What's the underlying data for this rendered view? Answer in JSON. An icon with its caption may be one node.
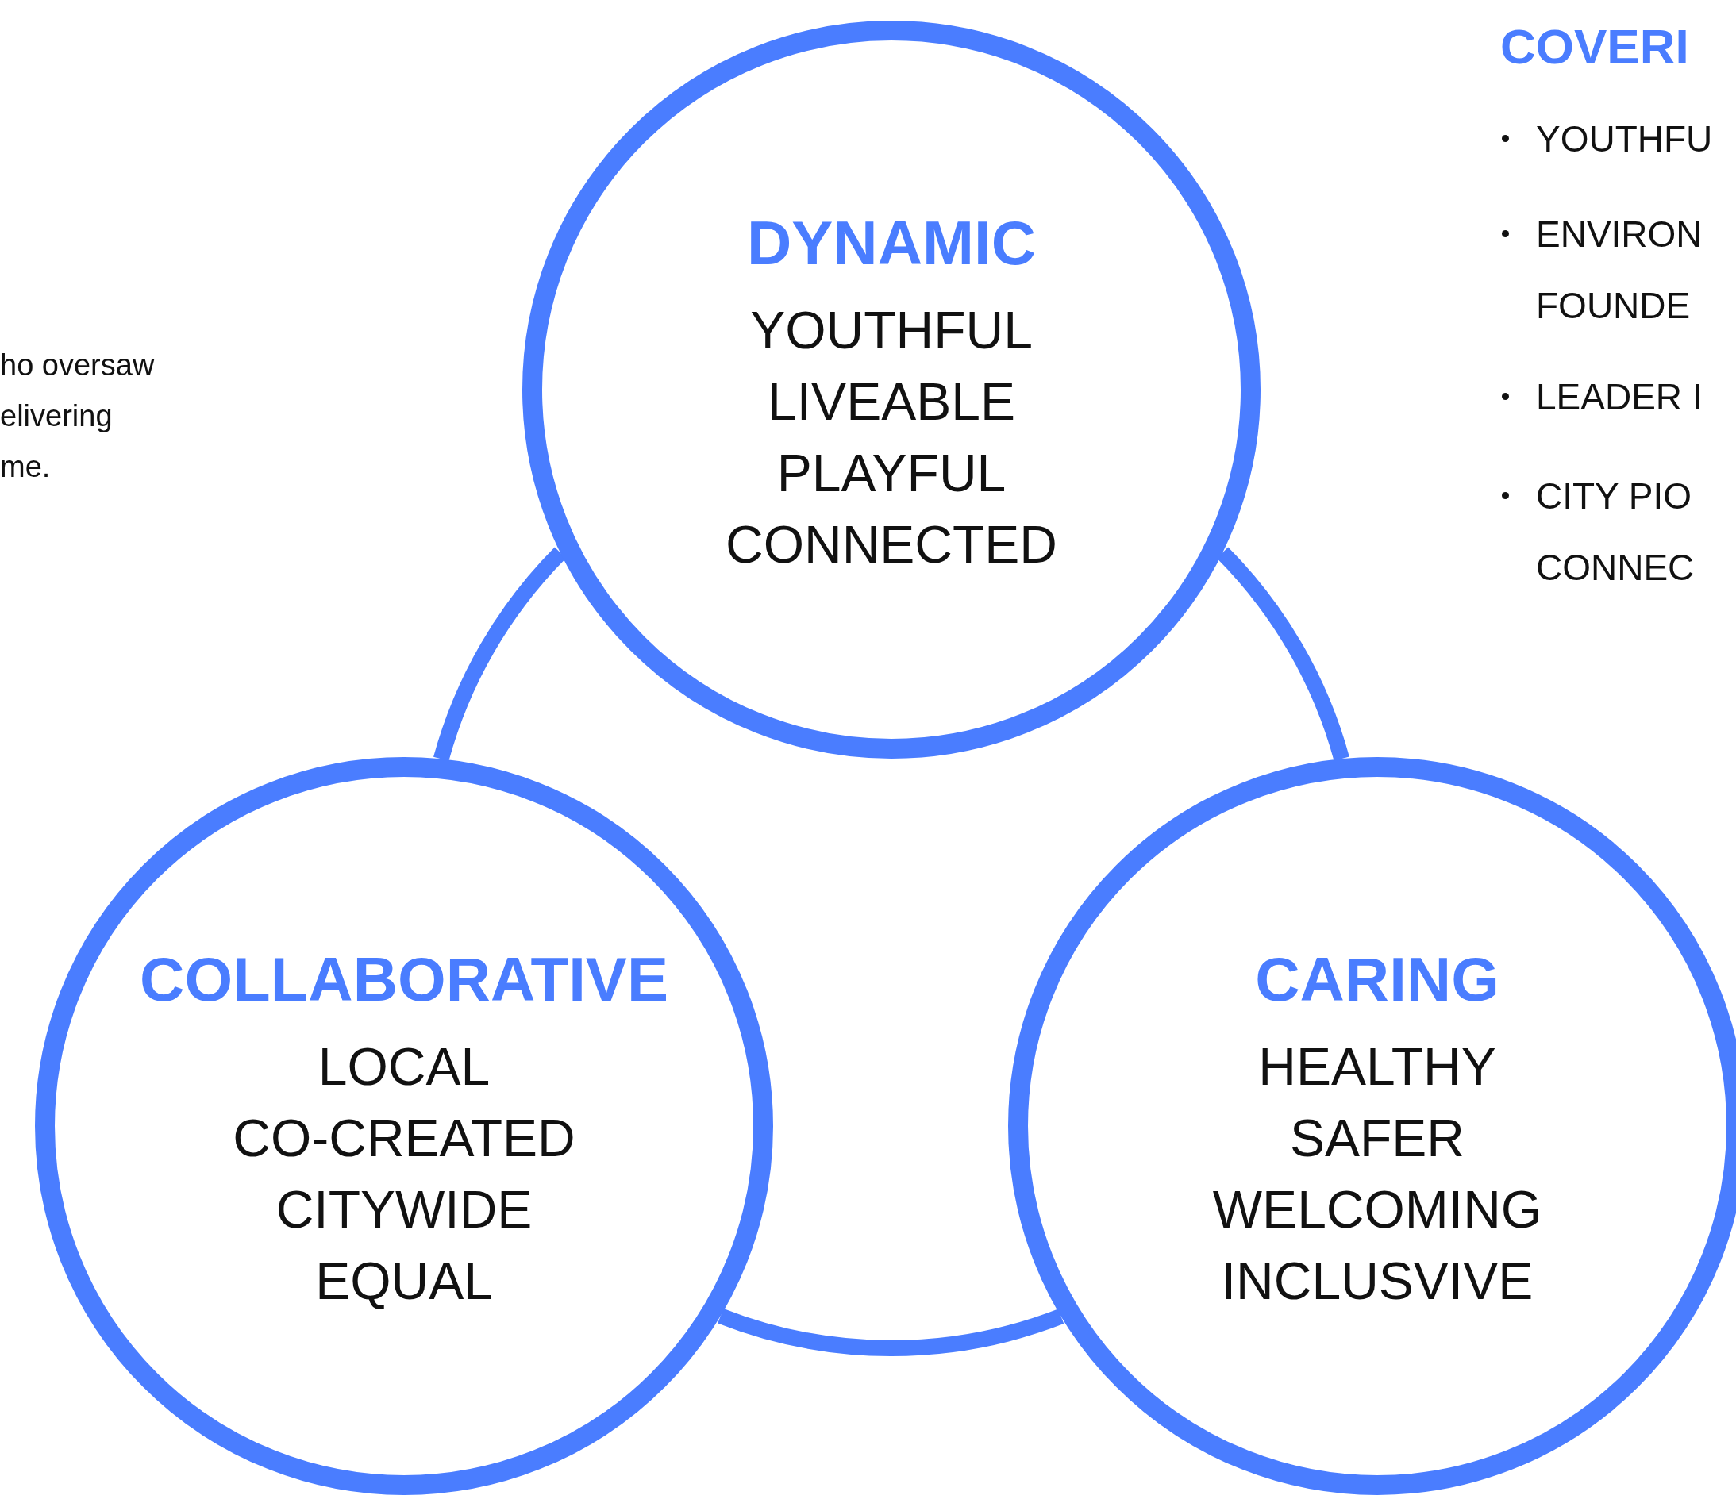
{
  "diagram": {
    "nodes": [
      {
        "text": [
          "DYNAMIC",
          "YOUTHFUL",
          "LIVEABLE",
          "PLAYFUL",
          "CONNECTED"
        ]
      },
      {
        "text": [
          "COLLABORATIVE",
          "LOCAL",
          "CO-CREATED",
          "CITYWIDE",
          "EQUAL"
        ]
      },
      {
        "text": [
          "CARING",
          "HEALTHY",
          "SAFER",
          "WELCOMING",
          "INCLUSVIVE"
        ]
      }
    ],
    "edges": [
      {
        "from": 0,
        "to": 1,
        "arrow": "none"
      },
      {
        "from": 1,
        "to": 2,
        "arrow": "none"
      },
      {
        "from": 0,
        "to": 2,
        "arrow": "none"
      }
    ],
    "labels": [
      "ho oversaw elivering me.",
      "COVERI",
      "YOUTHFU",
      "ENVIRON FOUNDE",
      "LEADER I",
      "CITY PIO CONNEC"
    ]
  }
}
